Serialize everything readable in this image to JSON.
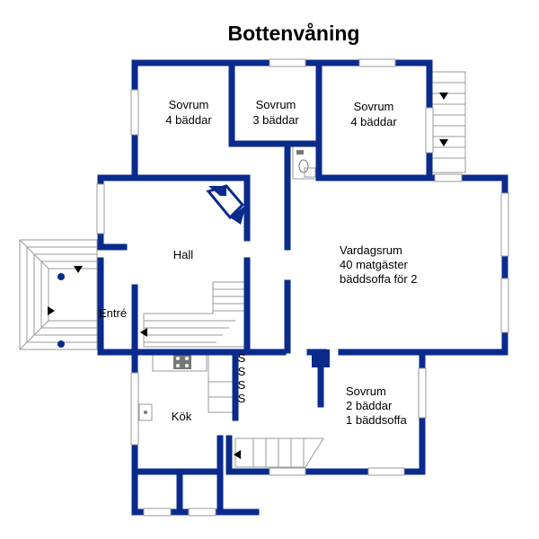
{
  "title": "Bottenvåning",
  "rooms": {
    "sovrum1": [
      "Sovrum",
      "4 bäddar"
    ],
    "sovrum2": [
      "Sovrum",
      "3 bäddar"
    ],
    "sovrum3": [
      "Sovrum",
      "4 bäddar"
    ],
    "hall": "Hall",
    "vardagsrum": [
      "Vardagsrum",
      "40 matgäster",
      "bäddsoffa för 2"
    ],
    "entre": "Entré",
    "kok": "Kök",
    "sovrum4": [
      "Sovrum",
      "2 bäddar",
      "1 bäddsoffa"
    ]
  },
  "stove_labels": [
    "S",
    "S",
    "S",
    "S"
  ],
  "colors": {
    "wall": "#0a2a8c",
    "window": "#9a9a9a",
    "text": "#000000"
  }
}
